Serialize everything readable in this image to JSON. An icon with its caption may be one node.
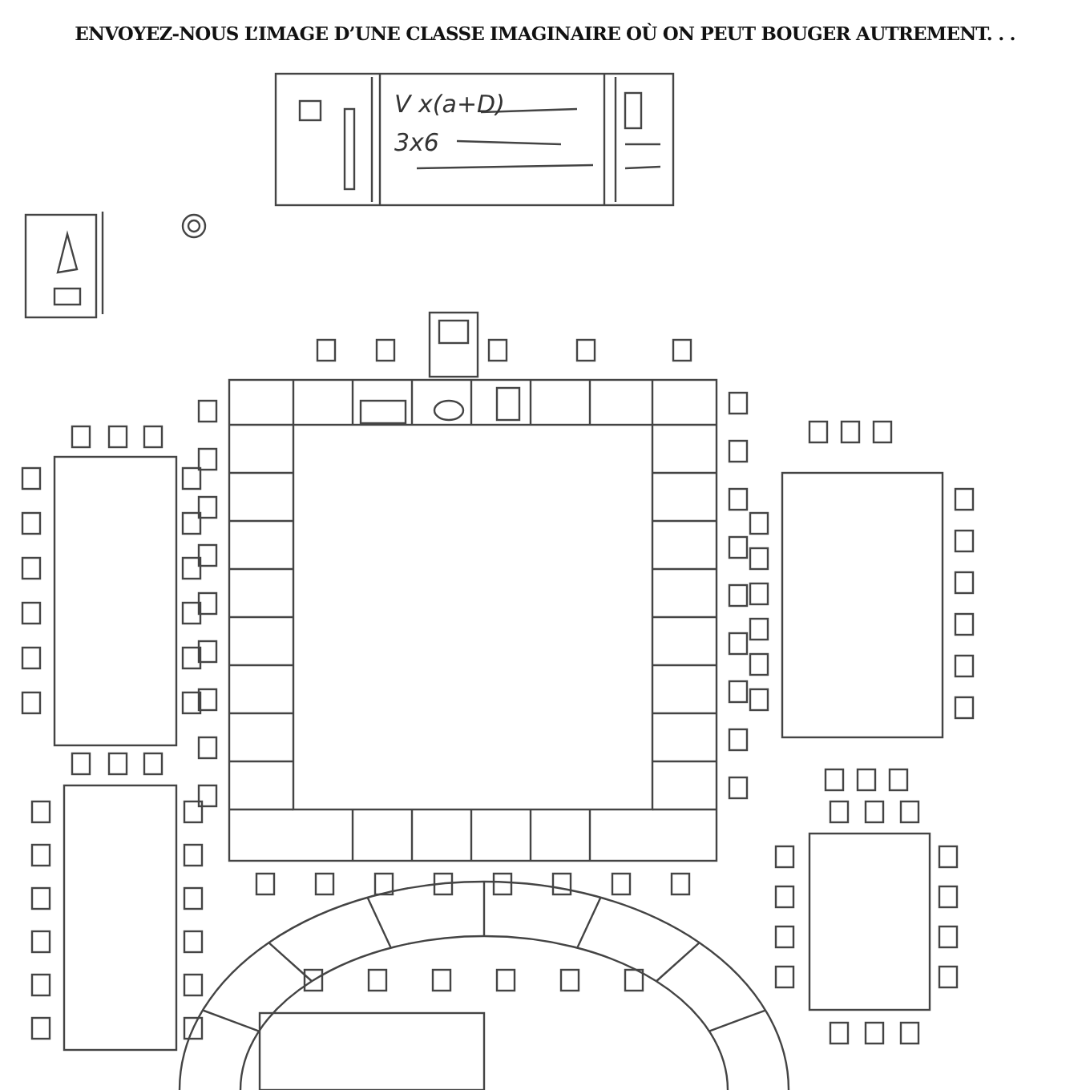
{
  "diagram": {
    "title": "ENVOYEZ-NOUS L’IMAGE D’UNE CLASSE IMAGINAIRE OÙ ON PEUT BOUGER AUTREMENT. . .",
    "labels": [
      "V x(a+D)",
      "3x6"
    ]
  }
}
